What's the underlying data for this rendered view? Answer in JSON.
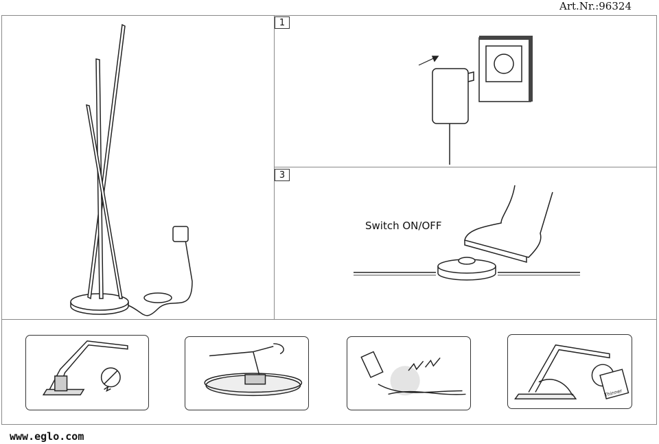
{
  "header": {
    "article_number": "Art.Nr.:96324"
  },
  "steps": [
    {
      "number": "1"
    },
    {
      "number": "3",
      "label": "Switch ON/OFF"
    }
  ],
  "warnings": {
    "thinner_label": "Thinner"
  },
  "footer": {
    "website": "www.eglo.com"
  }
}
